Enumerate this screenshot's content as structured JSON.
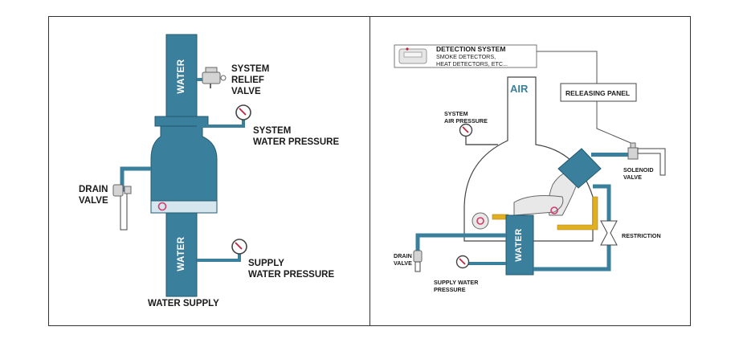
{
  "left_panel": {
    "pipe_top_label": "WATER",
    "pipe_bottom_label": "WATER",
    "relief_valve_label": [
      "SYSTEM",
      "RELIEF",
      "VALVE"
    ],
    "system_pressure_label": [
      "SYSTEM",
      "WATER PRESSURE"
    ],
    "drain_valve_label": [
      "DRAIN",
      "VALVE"
    ],
    "supply_pressure_label": [
      "SUPPLY",
      "WATER PRESSURE"
    ],
    "water_supply_label": "WATER SUPPLY"
  },
  "right_panel": {
    "detection_title": "DETECTION SYSTEM",
    "detection_sub": [
      "SMOKE DETECTORS,",
      "HEAT DETECTORS, ETC..."
    ],
    "air_label": "AIR",
    "releasing_panel_label": "RELEASING PANEL",
    "air_pressure_label": [
      "SYSTEM",
      "AIR PRESSURE"
    ],
    "solenoid_label": [
      "SOLENOID",
      "VALVE"
    ],
    "restriction_label": "RESTRICTION",
    "drain_label": [
      "DRAIN",
      "VALVE"
    ],
    "supply_label": [
      "SUPPLY WATER",
      "PRESSURE"
    ],
    "water_label": "WATER"
  },
  "colors": {
    "pipe": "#3a7f9c",
    "pipe_edge": "#235a70",
    "gauge_needle": "#c0203a",
    "seat_ring": "#d23a6a",
    "yellow": "#e0b020",
    "line": "#555555",
    "valve": "#d4d4d4"
  }
}
